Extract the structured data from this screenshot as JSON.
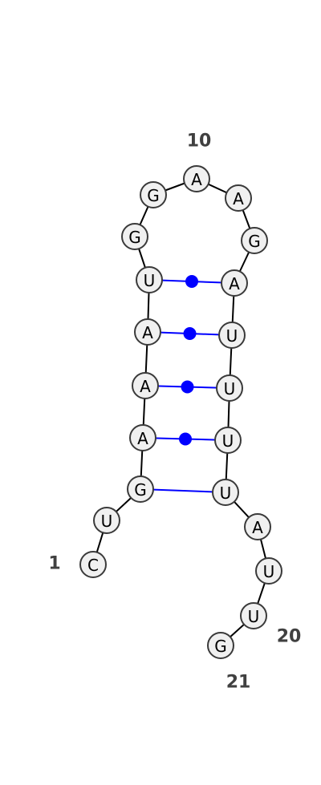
{
  "colors": {
    "backbone": "#000000",
    "pair": "#0000ff",
    "nucleotide_fill": "#f0f0f0",
    "nucleotide_stroke": "#3a3a3a",
    "label": "#404040"
  },
  "sequence": [
    "C",
    "U",
    "G",
    "A",
    "A",
    "A",
    "U",
    "G",
    "G",
    "A",
    "A",
    "G",
    "A",
    "U",
    "U",
    "U",
    "U",
    "A",
    "U",
    "U",
    "G"
  ],
  "pairs": [
    {
      "i": 3,
      "j": 17,
      "kind": "GU"
    },
    {
      "i": 4,
      "j": 16,
      "kind": "AU"
    },
    {
      "i": 5,
      "j": 15,
      "kind": "AU"
    },
    {
      "i": 6,
      "j": 14,
      "kind": "AU"
    },
    {
      "i": 7,
      "j": 13,
      "kind": "UA"
    }
  ],
  "position_labels": [
    {
      "index": 1,
      "text": "1"
    },
    {
      "index": 10,
      "text": "10"
    },
    {
      "index": 20,
      "text": "20"
    },
    {
      "index": 21,
      "text": "21"
    }
  ]
}
